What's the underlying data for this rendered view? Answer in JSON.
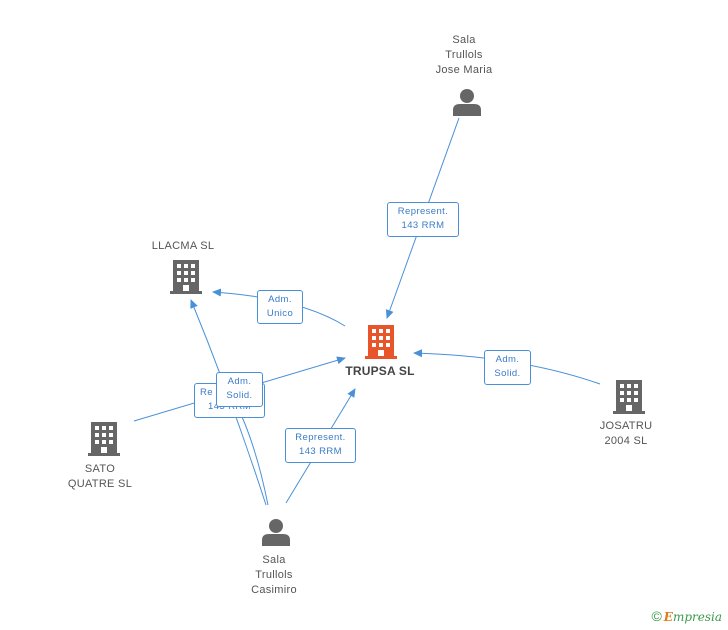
{
  "nodes": {
    "trupsa": {
      "label": "TRUPSA SL"
    },
    "llacma": {
      "label": "LLACMA SL"
    },
    "sato": {
      "label": "SATO\nQUATRE  SL"
    },
    "josatru": {
      "label": "JOSATRU\n2004  SL"
    },
    "jose_maria": {
      "label": "Sala\nTrullols\nJose Maria"
    },
    "casimiro": {
      "label": "Sala\nTrullols\nCasimiro"
    }
  },
  "edges": {
    "jose_trupsa": {
      "line1": "Represent.",
      "line2": "143 RRM"
    },
    "trupsa_llacma": {
      "line1": "Adm.",
      "line2": "Unico"
    },
    "josatru_trupsa": {
      "line1": "Adm.",
      "line2": "Solid."
    },
    "sato_trupsa_back": {
      "line1": "Re",
      "line2": "143 RRM"
    },
    "sato_trupsa": {
      "line1": "Adm.",
      "line2": "Solid."
    },
    "casimiro_trupsa": {
      "line1": "Represent.",
      "line2": "143 RRM"
    }
  },
  "colors": {
    "edge": "#4a90d9",
    "company_icon": "#666666",
    "center_icon": "#e8552a",
    "person_icon": "#666666"
  },
  "brand": {
    "copyright": "©",
    "e": "E",
    "rest": "mpresia"
  }
}
